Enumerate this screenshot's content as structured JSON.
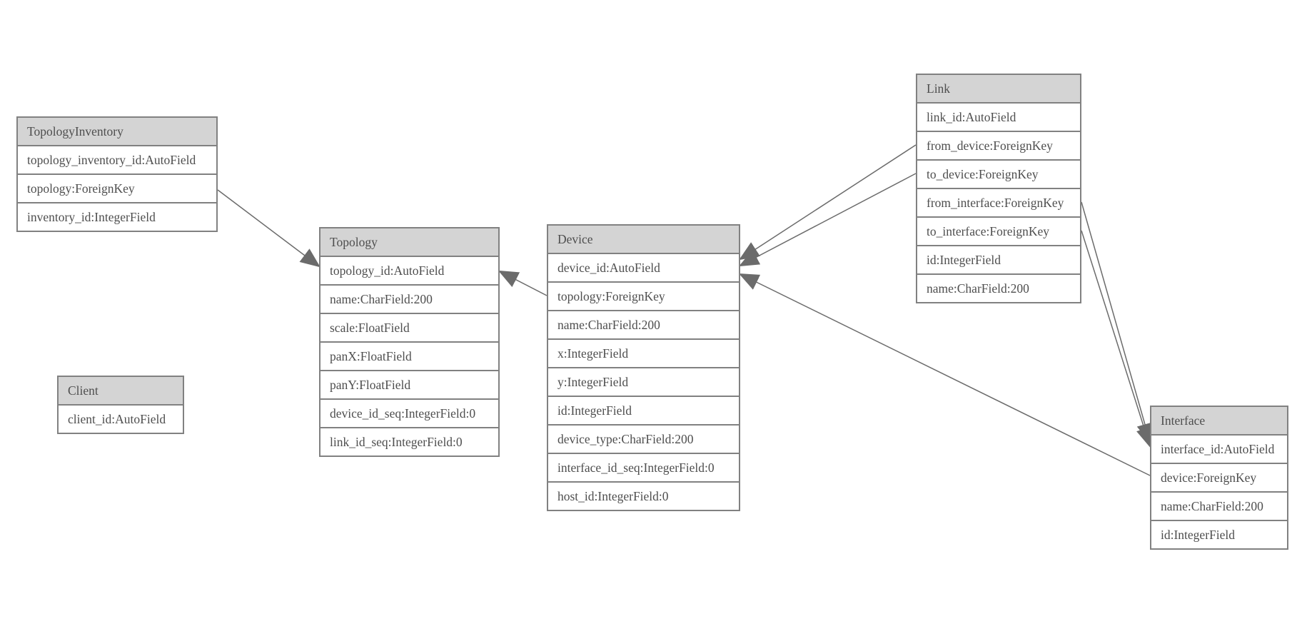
{
  "diagram": {
    "type": "entity-relationship-model",
    "colors": {
      "header_fill": "#d4d4d4",
      "border": "#818181",
      "text": "#4e4e4e",
      "relation_line": "#6b6b6b",
      "arrowhead_fill": "#6b6b6b",
      "background": "#ffffff"
    }
  },
  "entities": [
    {
      "name": "TopologyInventory",
      "fields": [
        "topology_inventory_id:AutoField",
        "topology:ForeignKey",
        "inventory_id:IntegerField"
      ]
    },
    {
      "name": "Topology",
      "fields": [
        "topology_id:AutoField",
        "name:CharField:200",
        "scale:FloatField",
        "panX:FloatField",
        "panY:FloatField",
        "device_id_seq:IntegerField:0",
        "link_id_seq:IntegerField:0"
      ]
    },
    {
      "name": "Client",
      "fields": [
        "client_id:AutoField"
      ]
    },
    {
      "name": "Device",
      "fields": [
        "device_id:AutoField",
        "topology:ForeignKey",
        "name:CharField:200",
        "x:IntegerField",
        "y:IntegerField",
        "id:IntegerField",
        "device_type:CharField:200",
        "interface_id_seq:IntegerField:0",
        "host_id:IntegerField:0"
      ]
    },
    {
      "name": "Link",
      "fields": [
        "link_id:AutoField",
        "from_device:ForeignKey",
        "to_device:ForeignKey",
        "from_interface:ForeignKey",
        "to_interface:ForeignKey",
        "id:IntegerField",
        "name:CharField:200"
      ]
    },
    {
      "name": "Interface",
      "fields": [
        "interface_id:AutoField",
        "device:ForeignKey",
        "name:CharField:200",
        "id:IntegerField"
      ]
    }
  ],
  "relations": [
    {
      "from": "TopologyInventory.topology",
      "to": "Topology.topology_id"
    },
    {
      "from": "Device.topology",
      "to": "Topology.topology_id"
    },
    {
      "from": "Link.from_device",
      "to": "Device.device_id"
    },
    {
      "from": "Link.to_device",
      "to": "Device.device_id"
    },
    {
      "from": "Link.from_interface",
      "to": "Interface.interface_id"
    },
    {
      "from": "Link.to_interface",
      "to": "Interface.interface_id"
    },
    {
      "from": "Interface.device",
      "to": "Device.device_id"
    }
  ]
}
